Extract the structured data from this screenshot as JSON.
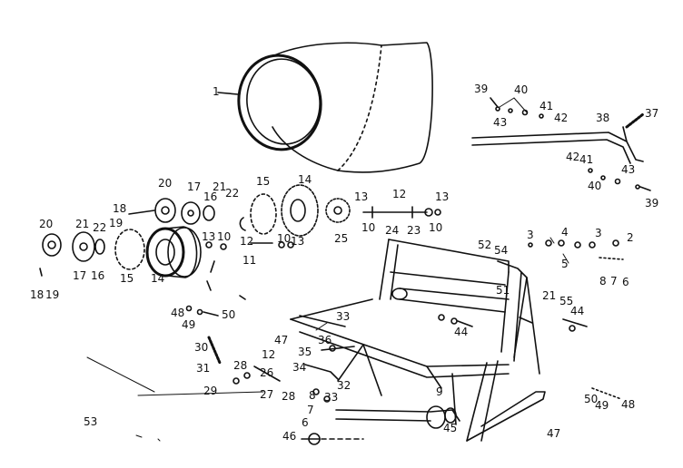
{
  "callouts": [
    {
      "id": "c1",
      "text": "1"
    },
    {
      "id": "c2",
      "text": "39"
    },
    {
      "id": "c3",
      "text": "40"
    },
    {
      "id": "c4",
      "text": "41"
    },
    {
      "id": "c5",
      "text": "42"
    },
    {
      "id": "c6",
      "text": "43"
    },
    {
      "id": "c7",
      "text": "38"
    },
    {
      "id": "c8",
      "text": "37"
    },
    {
      "id": "c9",
      "text": "42"
    },
    {
      "id": "c10",
      "text": "41"
    },
    {
      "id": "c11",
      "text": "43"
    },
    {
      "id": "c12",
      "text": "40"
    },
    {
      "id": "c13",
      "text": "39"
    },
    {
      "id": "c14",
      "text": "20"
    },
    {
      "id": "c15",
      "text": "17"
    },
    {
      "id": "c16",
      "text": "16"
    },
    {
      "id": "c17",
      "text": "21"
    },
    {
      "id": "c18",
      "text": "22"
    },
    {
      "id": "c19",
      "text": "18"
    },
    {
      "id": "c20",
      "text": "19"
    },
    {
      "id": "c21",
      "text": "15"
    },
    {
      "id": "c22",
      "text": "14"
    },
    {
      "id": "c23",
      "text": "13"
    },
    {
      "id": "c24",
      "text": "12"
    },
    {
      "id": "c25",
      "text": "13"
    },
    {
      "id": "c26",
      "text": "25"
    },
    {
      "id": "c27",
      "text": "10"
    },
    {
      "id": "c28",
      "text": "24"
    },
    {
      "id": "c29",
      "text": "23"
    },
    {
      "id": "c30",
      "text": "10"
    },
    {
      "id": "c31",
      "text": "20"
    },
    {
      "id": "c32",
      "text": "21"
    },
    {
      "id": "c33",
      "text": "22"
    },
    {
      "id": "c34",
      "text": "17"
    },
    {
      "id": "c35",
      "text": "16"
    },
    {
      "id": "c36",
      "text": "15"
    },
    {
      "id": "c37",
      "text": "14"
    },
    {
      "id": "c38",
      "text": "18"
    },
    {
      "id": "c39",
      "text": "19"
    },
    {
      "id": "c40",
      "text": "13"
    },
    {
      "id": "c41",
      "text": "10"
    },
    {
      "id": "c42",
      "text": "12"
    },
    {
      "id": "c43",
      "text": "11"
    },
    {
      "id": "c44",
      "text": "10"
    },
    {
      "id": "c45",
      "text": "13"
    },
    {
      "id": "c46",
      "text": "3"
    },
    {
      "id": "c47",
      "text": "4"
    },
    {
      "id": "c48",
      "text": "3"
    },
    {
      "id": "c49",
      "text": "2"
    },
    {
      "id": "c50",
      "text": "5"
    },
    {
      "id": "c51",
      "text": "52"
    },
    {
      "id": "c52",
      "text": "54"
    },
    {
      "id": "c53",
      "text": "51"
    },
    {
      "id": "c54",
      "text": "8"
    },
    {
      "id": "c55",
      "text": "7"
    },
    {
      "id": "c56",
      "text": "6"
    },
    {
      "id": "c57",
      "text": "21"
    },
    {
      "id": "c58",
      "text": "55"
    },
    {
      "id": "c59",
      "text": "44"
    },
    {
      "id": "c60",
      "text": "48"
    },
    {
      "id": "c61",
      "text": "49"
    },
    {
      "id": "c62",
      "text": "50"
    },
    {
      "id": "c63",
      "text": "33"
    },
    {
      "id": "c64",
      "text": "47"
    },
    {
      "id": "c65",
      "text": "36"
    },
    {
      "id": "c66",
      "text": "35"
    },
    {
      "id": "c67",
      "text": "44"
    },
    {
      "id": "c68",
      "text": "30"
    },
    {
      "id": "c69",
      "text": "31"
    },
    {
      "id": "c70",
      "text": "12"
    },
    {
      "id": "c71",
      "text": "28"
    },
    {
      "id": "c72",
      "text": "26"
    },
    {
      "id": "c73",
      "text": "34"
    },
    {
      "id": "c74",
      "text": "29"
    },
    {
      "id": "c75",
      "text": "27"
    },
    {
      "id": "c76",
      "text": "28"
    },
    {
      "id": "c77",
      "text": "32"
    },
    {
      "id": "c78",
      "text": "33"
    },
    {
      "id": "c79",
      "text": "8"
    },
    {
      "id": "c80",
      "text": "7"
    },
    {
      "id": "c81",
      "text": "6"
    },
    {
      "id": "c82",
      "text": "9"
    },
    {
      "id": "c83",
      "text": "45"
    },
    {
      "id": "c84",
      "text": "46"
    },
    {
      "id": "c85",
      "text": "47"
    },
    {
      "id": "c86",
      "text": "53"
    },
    {
      "id": "c87",
      "text": "50"
    },
    {
      "id": "c88",
      "text": "49"
    },
    {
      "id": "c89",
      "text": "48"
    }
  ]
}
